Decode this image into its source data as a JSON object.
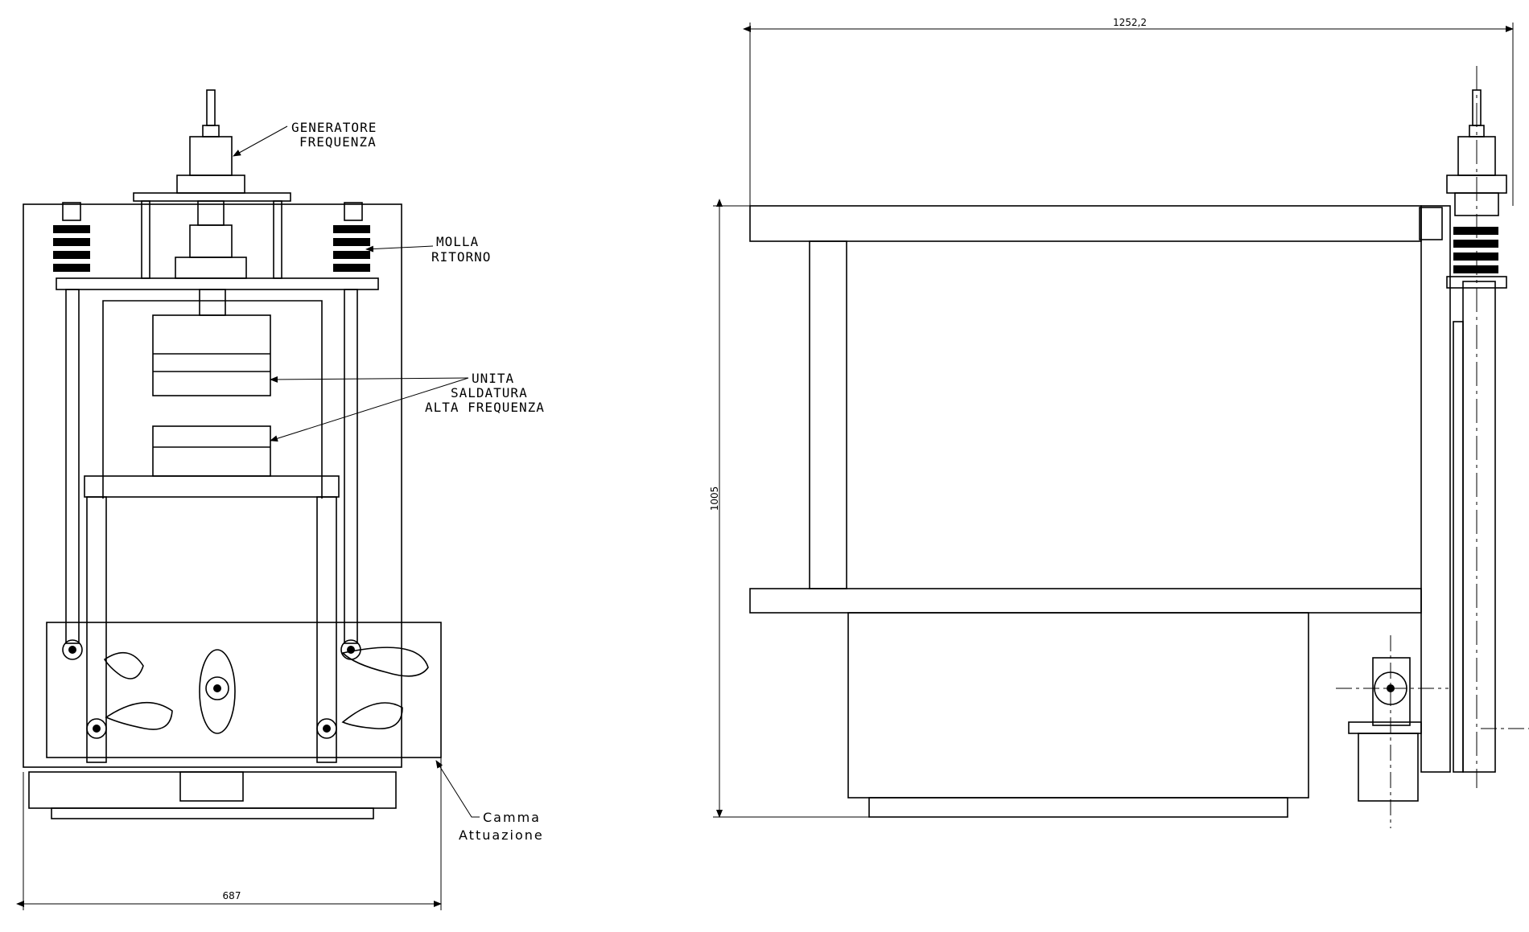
{
  "labels": {
    "generatore_1": "GENERATORE",
    "generatore_2": "FREQUENZA",
    "molla_1": "MOLLA",
    "molla_2": "RITORNO",
    "unita_1": "UNITA",
    "unita_2": "SALDATURA",
    "unita_3": "ALTA FREQUENZA",
    "camma_1": "Camma",
    "camma_2": "Attuazione"
  },
  "dimensions": {
    "width_front": "687",
    "width_side": "1252,2",
    "height_side": "1005"
  }
}
